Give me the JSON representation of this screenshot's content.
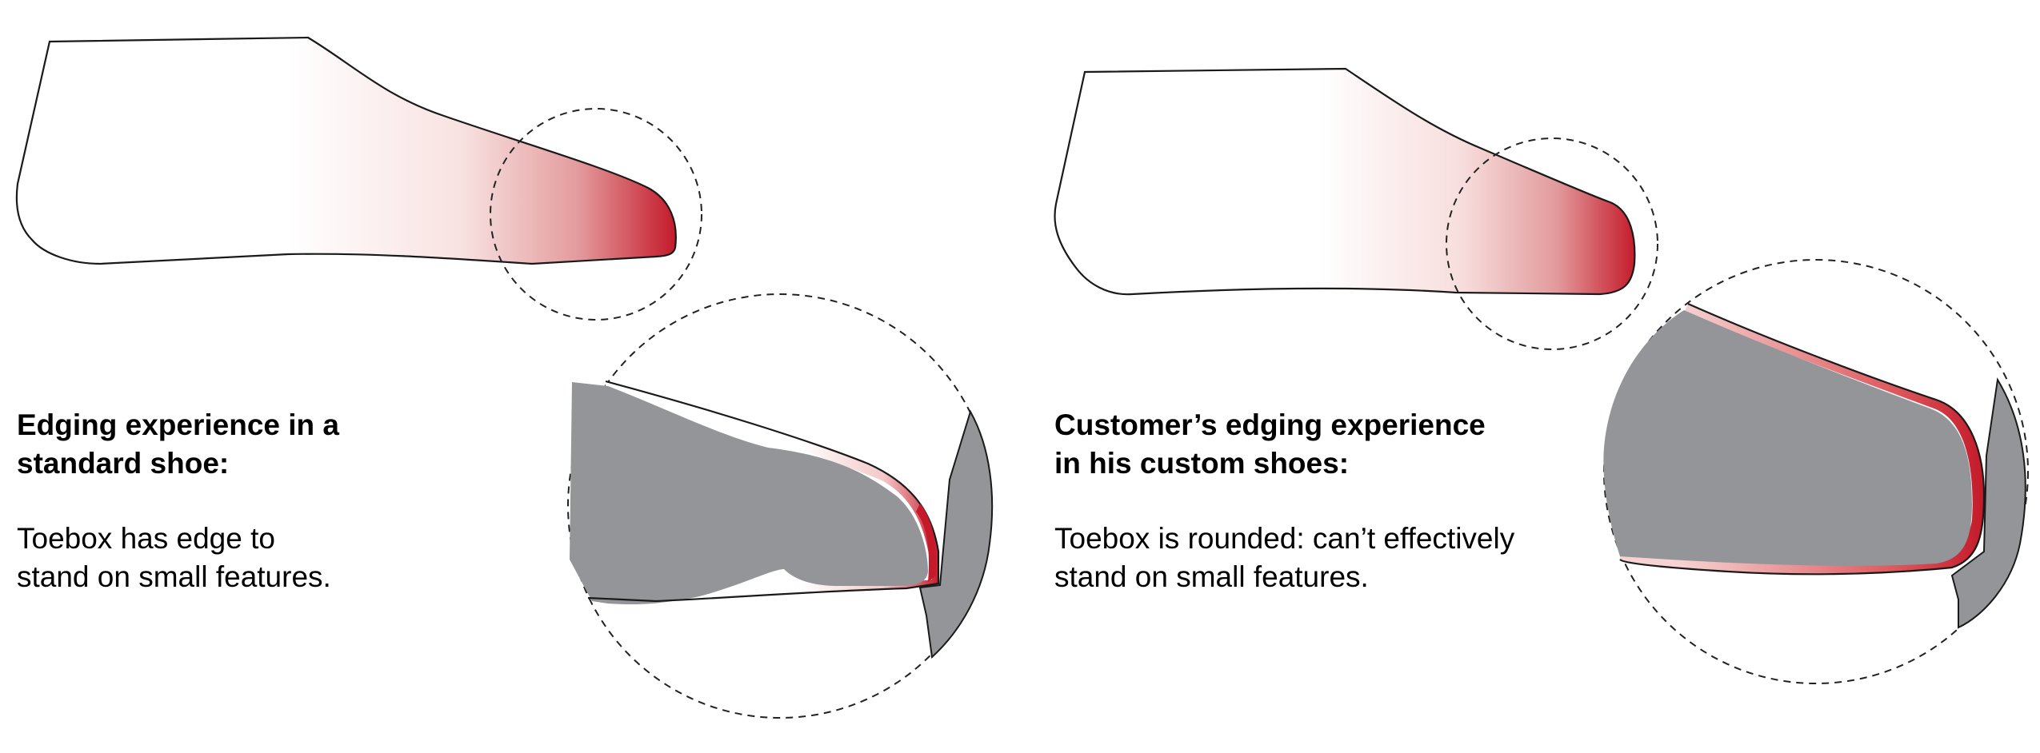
{
  "panels": [
    {
      "heading_line1": "Edging experience in a",
      "heading_line2": "standard shoe:",
      "body_line1": "Toebox has edge to",
      "body_line2": "stand on small features."
    },
    {
      "heading_line1": "Customer’s edging experience",
      "heading_line2": "in his custom shoes:",
      "body_line1": "Toebox is rounded: can’t effectively",
      "body_line2": "stand on small features."
    }
  ],
  "colors": {
    "pressure_red": "#c8202e",
    "foot_gray": "#939598",
    "rock_gray": "#939598",
    "outline": "#1a1a1a"
  }
}
